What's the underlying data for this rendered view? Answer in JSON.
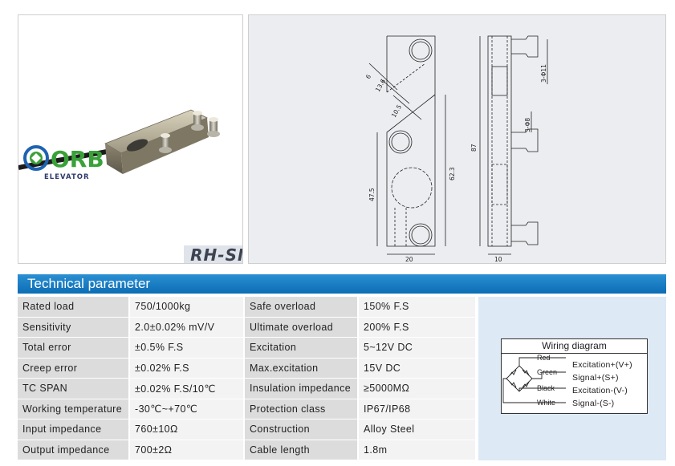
{
  "product": {
    "model": "RH-SM",
    "logo_text": "ORB",
    "logo_subtext": "ELEVATOR"
  },
  "drawing": {
    "dims": {
      "d1": "6",
      "d2": "13.6",
      "d3": "10.5",
      "d4": "47.5",
      "d5": "62.3",
      "d6": "20",
      "d7": "87",
      "d8": "10",
      "d9": "3-Φ11",
      "d10": "3-Φ8"
    }
  },
  "section_title": "Technical parameter",
  "table": {
    "rows": [
      {
        "l1": "Rated load",
        "v1": "750/1000kg",
        "l2": "Safe overload",
        "v2": "150% F.S"
      },
      {
        "l1": "Sensitivity",
        "v1": "2.0±0.02% mV/V",
        "l2": "Ultimate overload",
        "v2": "200% F.S"
      },
      {
        "l1": "Total error",
        "v1": "±0.5% F.S",
        "l2": "Excitation",
        "v2": "5~12V DC"
      },
      {
        "l1": "Creep error",
        "v1": "±0.02% F.S",
        "l2": "Max.excitation",
        "v2": "15V DC"
      },
      {
        "l1": "TC SPAN",
        "v1": "±0.02% F.S/10℃",
        "l2": "Insulation impedance",
        "v2": "≥5000MΩ"
      },
      {
        "l1": "Working temperature",
        "v1": "-30℃~+70℃",
        "l2": "Protection class",
        "v2": "IP67/IP68"
      },
      {
        "l1": "Input impedance",
        "v1": "760±10Ω",
        "l2": "Construction",
        "v2": "Alloy Steel"
      },
      {
        "l1": "Output impedance",
        "v1": "700±2Ω",
        "l2": "Cable length",
        "v2": "1.8m"
      }
    ]
  },
  "wiring": {
    "title": "Wiring diagram",
    "wires": [
      {
        "color": "Red",
        "signal": "Excitation+(V+)"
      },
      {
        "color": "Green",
        "signal": "Signal+(S+)"
      },
      {
        "color": "Black",
        "signal": "Excitation-(V-)"
      },
      {
        "color": "White",
        "signal": "Signal-(S-)"
      }
    ]
  },
  "colors": {
    "header_bar": "#1a7fc4",
    "label_cell": "#dcdcdc",
    "value_cell": "#f3f3f3",
    "wiring_bg": "#dde9f4",
    "logo_green": "#3aa13a",
    "logo_blue": "#1e63b0"
  }
}
